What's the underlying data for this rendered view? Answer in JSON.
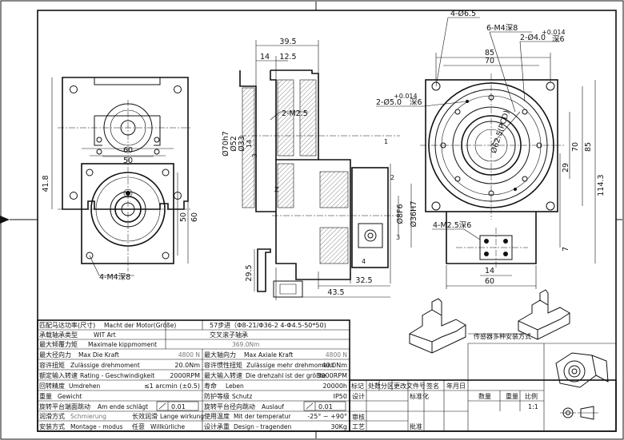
{
  "dims": {
    "hole_4x65": "4-Ø6.5",
    "m4_6": "6-M4深8",
    "pin_top": "2-Ø4.0",
    "pin_top_tol": "+0.014",
    "pin_top_depth": "深6",
    "pin_left": "2-Ø5.0",
    "pin_left_tol": "+0.014",
    "pin_left_depth": "深6",
    "d_85_top": "85",
    "d_70_top": "70",
    "d_pcd": "Ø62.5(PCD)",
    "d_70_right": "70",
    "d_85_right": "85",
    "d_1143": "114.3",
    "d_29": "29",
    "d_7": "7",
    "d_m25": "4-M2.5深6",
    "d_14_r": "14",
    "d_60_r": "60",
    "d_395": "39.5",
    "d_14": "14",
    "d_125": "12.5",
    "d_m25b": "2-M2.5",
    "d_s30h7": "Ø70h7",
    "d_s52": "Ø52",
    "d_s33": "Ø33",
    "d_14v": "14",
    "d_3v": "3",
    "d_s8f6": "Ø8F6",
    "d_s36h7": "Ø36H7",
    "d_325": "32.5",
    "d_435": "43.5",
    "d_295": "29.5",
    "d_60_l": "60",
    "d_50_l": "50",
    "d_418": "41.8",
    "d_50_v": "50",
    "d_60_v": "60",
    "d_m4_4": "4-M4深8",
    "d_l1": "1",
    "d_l2": "2",
    "d_l3": "3",
    "d_l4": "4",
    "d_lz": "Z",
    "tool_note": "传感器多种安装方式"
  },
  "table": {
    "r1_label": "匹配马达功率(尺寸)",
    "r1_de": "Macht der Motor(Größe)",
    "r1_val": "57步进（Φ8-21/Φ36-2 4-Φ4.5-50*50)",
    "r2_label": "承载轴承类型",
    "r2_de": "WIT Art",
    "r2_val": "交叉滚子轴承",
    "r3_label": "最大倾覆力矩",
    "r3_de": "Maximale kippmoment",
    "r3_val": "369.0Nm",
    "r4a_label": "最大径向力",
    "r4a_de": "Max Die Kraft",
    "r4a_val": "4800 N",
    "r4b_label": "最大轴向力",
    "r4b_de": "Max Axiale Kraft",
    "r4b_val": "4800 N",
    "r5a_label": "容许扭矩",
    "r5a_de": "Zulässige drehmoment",
    "r5a_val": "20.0Nm",
    "r5b_label": "容许惯性扭矩",
    "r5b_de": "Zulässige mehr drehmoment",
    "r5b_val": "40.0Nm",
    "r6a_label": "额定输入转速",
    "r6a_de": "Rating - Geschwindigkeit",
    "r6a_val": "2000RPM",
    "r6b_label": "最大输入转速",
    "r6b_de": "Die drehzahl ist der größte",
    "r6b_val": "3000RPM",
    "r7a_label": "回转精度",
    "r7a_de": "Umdrehen",
    "r7a_val": "≤1 arcmin (±0.5)",
    "r7b_label": "寿命",
    "r7b_de": "Leben",
    "r7b_val": "20000h",
    "r8a_label": "重量",
    "r8a_de": "Gewicht",
    "r8b_label": "防护等级",
    "r8b_de": "Schutz",
    "r8b_val": "IP50",
    "r9a_label": "旋转平台端面跳动",
    "r9a_de": "Am ende schlägt",
    "r9a_val": "0.01",
    "r9b_label": "旋转平台径向跳动",
    "r9b_de": "Auslauf",
    "r9b_val": "0.01",
    "r10a_label": "润滑方式",
    "r10a_de": "Schmierung",
    "r10a_val": "长效润滑",
    "r10a_de2": "Lange wirkung",
    "r10b_label": "使用温度",
    "r10b_de": "Mit der temperatur",
    "r10b_val": "-25° ~ +90°",
    "r11a_label": "安装方式",
    "r11a_de": "Montage - modus",
    "r11a_val": "任意",
    "r11a_de2": "Willkürliche",
    "r11b_label": "设计承重",
    "r11b_de": "Design - tragenden",
    "r11b_val": "30Kg"
  },
  "title": {
    "h_mark": "标记",
    "h_count": "处数",
    "h_zone": "分区",
    "h_doc": "更改文件号",
    "h_sign": "签名",
    "h_date": "年月日",
    "design": "设计",
    "std": "标准化",
    "check": "审核",
    "process": "工艺",
    "approve": "批准",
    "qty": "数量",
    "weight": "重量",
    "scale": "比例",
    "scale_val": "1:1"
  }
}
